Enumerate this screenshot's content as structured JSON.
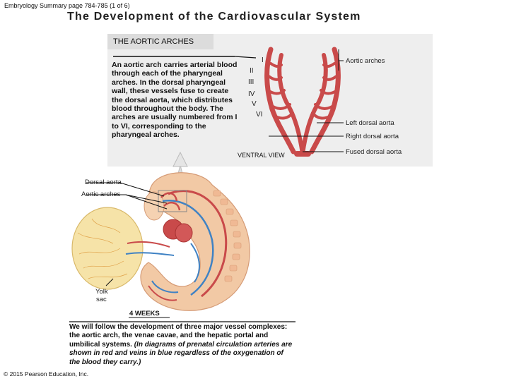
{
  "header": {
    "running_head": "Embryology Summary page 784-785 (1 of 6)",
    "title": "The Development of the Cardiovascular System"
  },
  "section": {
    "title": "THE AORTIC ARCHES"
  },
  "description": "An aortic arch carries arterial blood through each of the pharyngeal arches. In the dorsal pharyngeal wall, these vessels fuse to create the dorsal aorta, which distributes blood throughout the body. The arches are usually numbered from I to VI, corresponding to the pharyngeal arches.",
  "arch_numerals": [
    "I",
    "II",
    "III",
    "IV",
    "V",
    "VI"
  ],
  "diagram_labels": {
    "aortic_arches": "Aortic arches",
    "left_dorsal_aorta": "Left dorsal aorta",
    "right_dorsal_aorta": "Right dorsal aorta",
    "fused_dorsal_aorta": "Fused dorsal aorta",
    "ventral_view": "VENTRAL VIEW"
  },
  "embryo_labels": {
    "dorsal_aorta": "Dorsal aorta",
    "aortic_arches": "Aortic arches",
    "yolk_sac_line1": "Yolk",
    "yolk_sac_line2": "sac",
    "age": "4 WEEKS"
  },
  "footnote": {
    "main": "We will follow the development of three major vessel complexes: the aortic arch, the venae cavae, and the hepatic portal and umbilical systems.",
    "italic": "(In diagrams of prenatal circulation arteries are shown in red and veins in blue regardless of the oxygenation of the blood they carry.)"
  },
  "copyright": "© 2015 Pearson Education, Inc.",
  "colors": {
    "artery": "#c94a4a",
    "vein": "#3f82c4",
    "embryo_skin": "#f2c9a5",
    "yolk_sac": "#f6e3a8",
    "panel": "#eeeeee"
  }
}
